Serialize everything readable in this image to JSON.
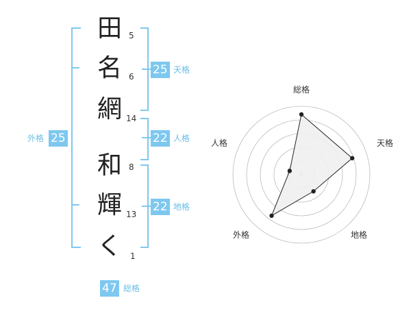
{
  "name": {
    "characters": [
      {
        "char": "田",
        "strokes": "5"
      },
      {
        "char": "名",
        "strokes": "6"
      },
      {
        "char": "網",
        "strokes": "14"
      },
      {
        "char": "和",
        "strokes": "8"
      },
      {
        "char": "輝",
        "strokes": "13"
      },
      {
        "char": "く",
        "strokes": "1"
      }
    ]
  },
  "fortune": {
    "tenkaku": {
      "value": "25",
      "label": "天格"
    },
    "jinkaku": {
      "value": "22",
      "label": "人格"
    },
    "chikaku": {
      "value": "22",
      "label": "地格"
    },
    "gaikaku": {
      "value": "25",
      "label": "外格"
    },
    "soukaku": {
      "value": "47",
      "label": "総格"
    }
  },
  "chart_data": {
    "type": "radar",
    "axes": [
      "総格",
      "天格",
      "地格",
      "外格",
      "人格"
    ],
    "values": [
      4.4,
      3.9,
      1.5,
      3.7,
      0.9
    ],
    "range": [
      0,
      5
    ],
    "rings": 5,
    "colors": {
      "fill": "#f0f0f0",
      "line": "#222222",
      "grid": "#bbbbbb",
      "accent": "#7ec8f0"
    }
  }
}
